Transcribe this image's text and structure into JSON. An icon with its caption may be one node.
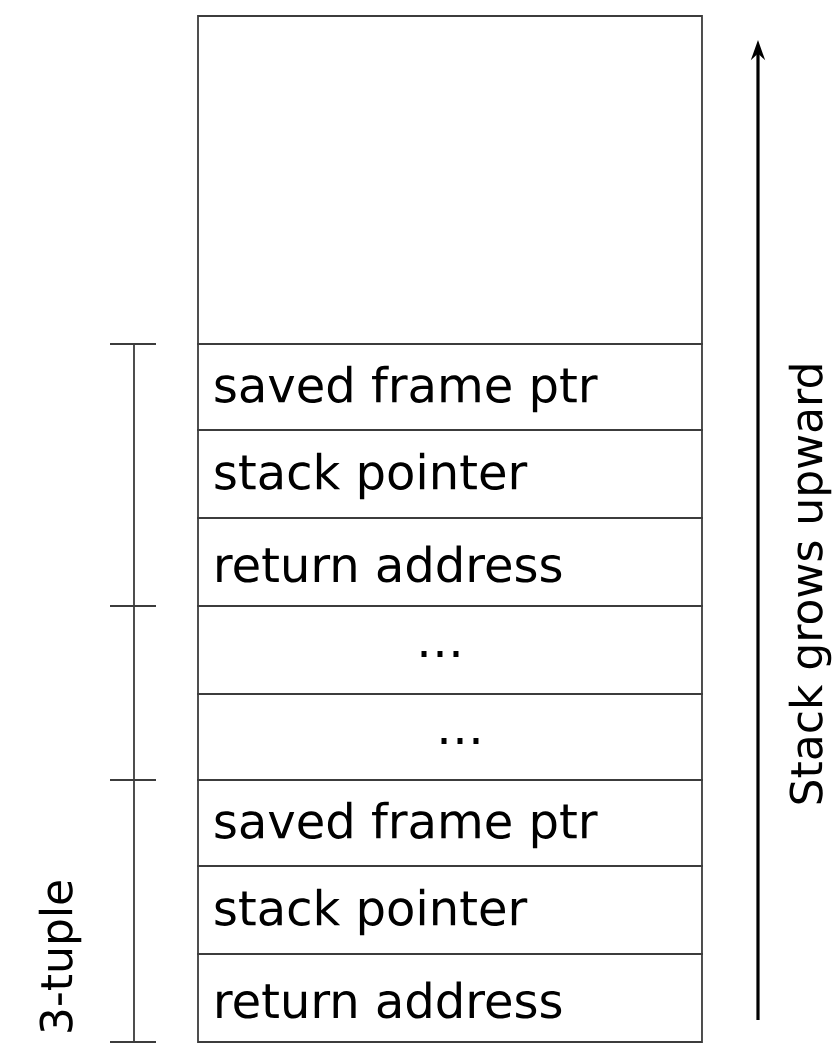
{
  "diagram": {
    "nodes": [
      {
        "text": [],
        "shape": "box"
      },
      {
        "text": [
          "saved frame ptr"
        ]
      },
      {
        "text": [
          "stack pointer"
        ]
      },
      {
        "text": [
          "return address"
        ]
      },
      {
        "text": [
          "…"
        ]
      },
      {
        "text": [
          "…"
        ]
      },
      {
        "text": [
          "saved frame ptr"
        ]
      },
      {
        "text": [
          "stack pointer"
        ]
      },
      {
        "text": [
          "return address"
        ]
      }
    ],
    "labels": [
      "3-tuple",
      "Stack grows upward"
    ]
  }
}
